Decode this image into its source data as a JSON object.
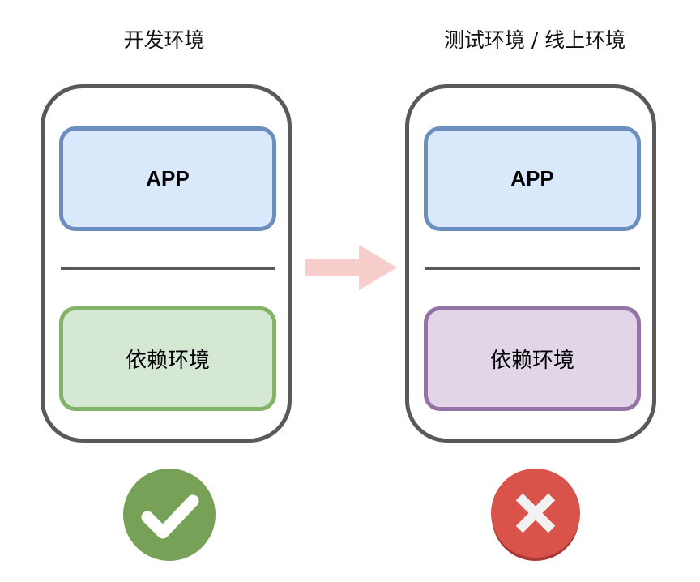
{
  "left_env": {
    "title": "开发环境",
    "app_label": "APP",
    "dependency_label": "依赖环境",
    "status_icon": "check-icon"
  },
  "right_env": {
    "title": "测试环境 / 线上环境",
    "app_label": "APP",
    "dependency_label": "依赖环境",
    "status_icon": "cross-icon"
  },
  "colors": {
    "container_border": "#595959",
    "app_fill": "#dae8fc",
    "app_border": "#6c8ebf",
    "dep_left_fill": "#d5e8d4",
    "dep_left_border": "#82b366",
    "dep_right_fill": "#e1d5e7",
    "dep_right_border": "#9673a6",
    "arrow": "#f8cecc",
    "ok": "#76a156",
    "fail": "#d9534a"
  }
}
